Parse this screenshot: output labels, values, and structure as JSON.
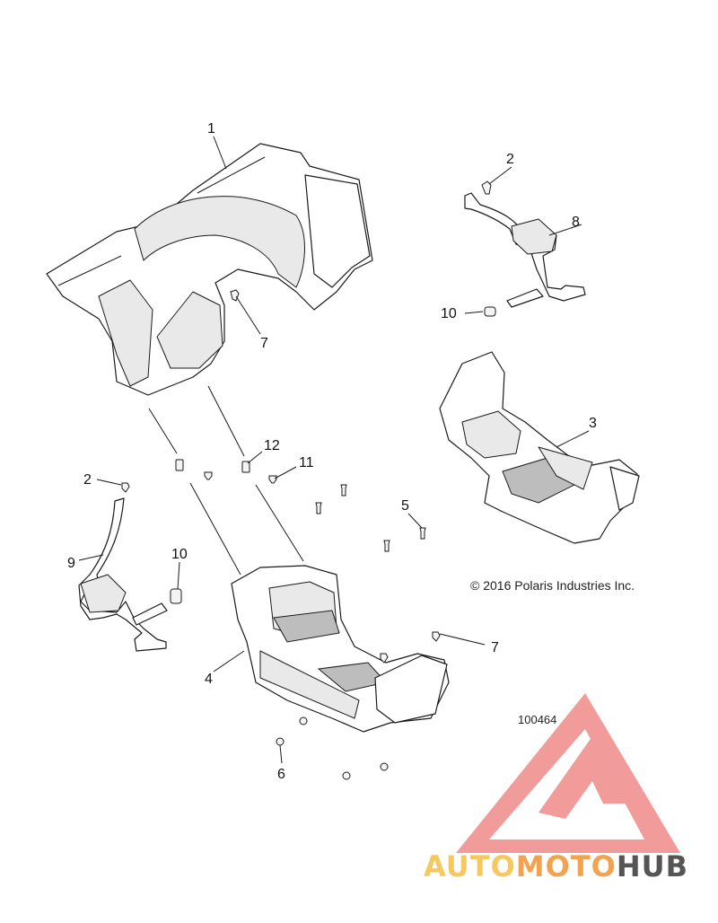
{
  "callouts": {
    "c1": "1",
    "c2a": "2",
    "c2b": "2",
    "c3": "3",
    "c4": "4",
    "c5": "5",
    "c6": "6",
    "c7a": "7",
    "c7b": "7",
    "c8": "8",
    "c9": "9",
    "c10a": "10",
    "c10b": "10",
    "c11": "11",
    "c12": "12"
  },
  "copyright": "© 2016 Polaris Industries Inc.",
  "figure_number": "100464",
  "watermark": {
    "brand_part1": "AUTO",
    "brand_part2": "MOTO",
    "brand_part3": "HUB",
    "colors": {
      "logo": "#f08a8a",
      "auto": "#f6c85f",
      "moto": "#f3a24f",
      "hub": "#555555"
    }
  }
}
